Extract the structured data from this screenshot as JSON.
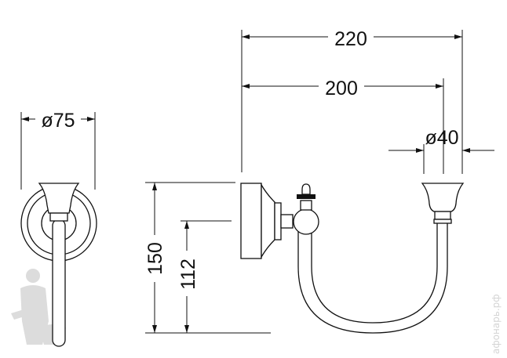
{
  "drawing": {
    "front_view": {
      "diameter_label": "ø75"
    },
    "side_view": {
      "width_overall_label": "220",
      "width_to_cup_label": "200",
      "cup_diameter_label": "ø40",
      "height_overall_label": "150",
      "height_to_axis_label": "112"
    },
    "watermark": "афонарь.рф"
  }
}
